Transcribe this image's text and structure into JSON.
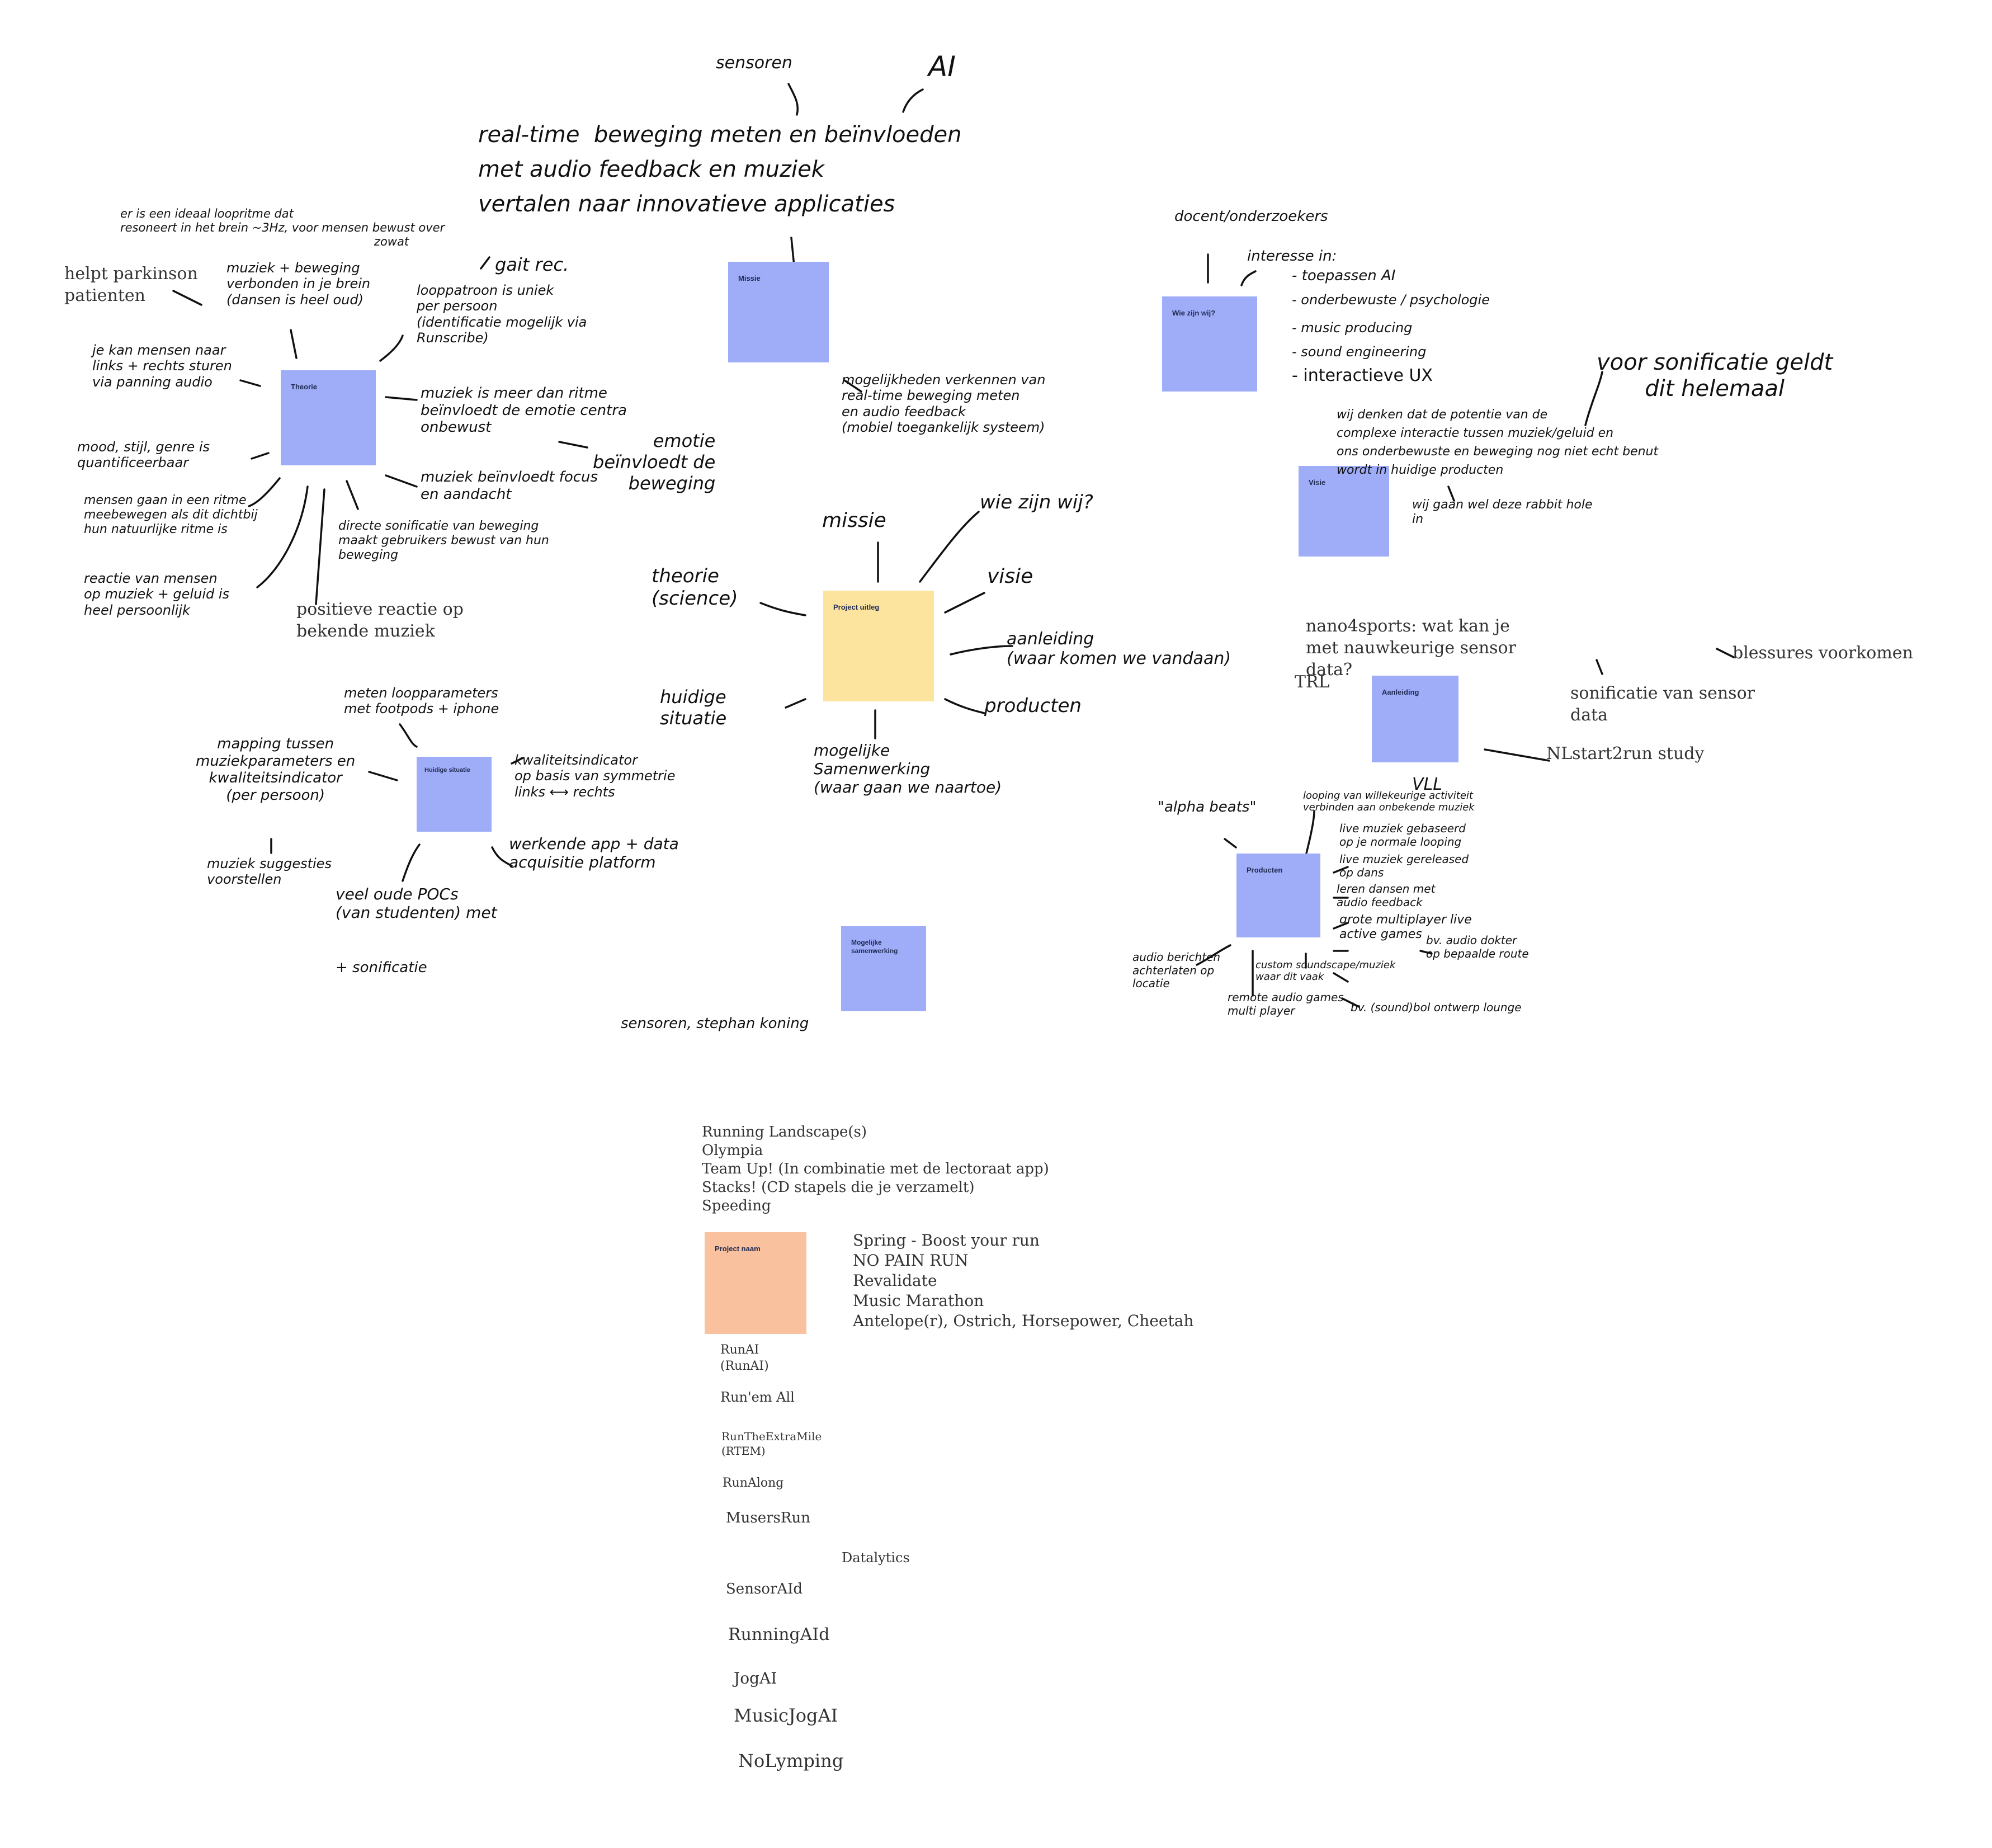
{
  "notes": {
    "project": "Project uitleg",
    "missie": "Missie",
    "theorie": "Theorie",
    "wie": "Wie zijn wij?",
    "visie": "Visie",
    "aanleiding": "Aanleiding",
    "producten": "Producten",
    "huidige": "Huidige situatie",
    "samenwerking": "Mogelijke samenwerking",
    "naam": "Project naam"
  },
  "center_labels": {
    "missie": "missie",
    "wie": "wie zijn wij?",
    "visie": "visie",
    "aanleiding": "aanleiding\n(waar komen we vandaan)",
    "producten": "producten",
    "samenwerking": "mogelijke\nSamenwerking\n(waar gaan we naartoe)",
    "huidige": "huidige\nsituatie",
    "theorie": "theorie\n(science)"
  },
  "missie": {
    "sensoren": "sensoren",
    "ai": "AI",
    "statement": "real-time  beweging meten en beïnvloeden\nmet audio feedback en muziek\nvertalen naar innovatieve applicaties",
    "below": "mogelijkheden verkennen van\nreal-time beweging meten\nen audio feedback\n(mobiel toegankelijk systeem)"
  },
  "theorie": {
    "ritme": "er is een ideaal loopritme dat\nresoneert in het brein ~3Hz, voor mensen bewust over\n                                                                    zowat",
    "parkinson": "helpt parkinson\npatienten",
    "muziek_beweging": "muziek + beweging\nverbonden in je brein\n(dansen is heel oud)",
    "gait": "gait rec.",
    "looppatroon": "looppatroon is uniek\nper persoon\n(identificatie mogelijk via\nRunscribe)",
    "links_rechts": "je kan mensen naar\nlinks + rechts sturen\nvia panning audio",
    "meer_dan_ritme": "muziek is meer dan ritme\nbeïnvloedt de emotie centra\nonbewust",
    "emotie": "emotie\nbeïnvloedt de\nbeweging",
    "mood": "mood, stijl, genre is\nquantificeerbaar",
    "focus": "muziek beïnvloedt focus\nen aandacht",
    "ritme_meebewegen": "mensen gaan in een ritme\nmeebewegen als dit dichtbij\nhun natuurlijke ritme is",
    "sonificatie": "directe sonificatie van beweging\nmaakt gebruikers bewust van hun\nbeweging",
    "persoonlijk": "reactie van mensen\nop muziek + geluid is\nheel persoonlijk",
    "positief": "positieve reactie op\nbekende muziek"
  },
  "wie": {
    "docent": "docent/onderzoekers",
    "interesse": "interesse in:",
    "list": [
      "- toepassen AI",
      "- onderbewuste / psychologie",
      "- music producing",
      "- sound engineering",
      "- interactieve UX"
    ]
  },
  "visie": {
    "sonificatie": "voor sonificatie geldt\ndit helemaal",
    "text": "wij denken dat de potentie van de\ncomplexe interactie tussen muziek/geluid en\nons onderbewuste en beweging nog niet echt benut\nwordt in huidige producten",
    "rabbit": "wij gaan wel deze rabbit hole\nin"
  },
  "aanleiding": {
    "nano": "nano4sports: wat kan je\nmet nauwkeurige sensor\ndata?",
    "trl": "TRL",
    "blessures": "blessures voorkomen",
    "sonificatie": "sonificatie van sensor\ndata",
    "nlstart": "NLstart2run study"
  },
  "producten": {
    "alpha": "\"alpha beats\"",
    "vll": "VLL",
    "items": [
      "looping van willekeurige activiteit\nverbinden aan onbekende muziek",
      "live muziek gebaseerd\nop je normale looping",
      "live muziek gereleased\nop dans",
      "leren dansen met\naudio feedback",
      "grote multiplayer live\nactive games"
    ],
    "dokter": "bv. audio dokter\nop bepaalde route",
    "locatie": "audio berichten\nachterlaten op\nlocatie",
    "soundscape": "custom soundscape/muziek\nwaar dit vaak",
    "remote": "remote audio games\nmulti player",
    "bv": "bv. (sound)bol ontwerp lounge"
  },
  "huidige": {
    "meten": "meten loopparameters\nmet footpods + iphone",
    "mapping": "mapping tussen\nmuziekparameters en\nkwaliteitsindicator\n(per persoon)",
    "suggesties": "muziek suggesties\nvoorstellen",
    "indicator": "kwaliteitsindicator\nop basis van symmetrie\nlinks ⟷ rechts",
    "app": "werkende app + data\nacquisitie platform",
    "pocs": "veel oude POCs\n(van studenten) met",
    "sonificatie": "+ sonificatie"
  },
  "samenwerking": {
    "sensoren": "sensoren, stephan koning"
  },
  "naam": {
    "top": [
      "Running Landscape(s)",
      "Olympia",
      "Team Up! (In combinatie met de lectoraat app)",
      "Stacks! (CD stapels die je verzamelt)",
      "Speeding"
    ],
    "right": [
      "Spring - Boost your run",
      "NO PAIN RUN",
      "Revalidate",
      "Music Marathon",
      "Antelope(r), Ostrich, Horsepower, Cheetah"
    ],
    "runai": "RunAI\n(RunAI)",
    "runem": "Run'em All",
    "rtem": "RunTheExtraMile\n(RTEM)",
    "runalong": "RunAlong",
    "musersrun": "MusersRun",
    "datalytics": "Datalytics",
    "sensoraid": "SensorAId",
    "runningaid": "RunningAId",
    "jogai": "JogAI",
    "musicjogai": "MusicJogAI",
    "nolymping": "NoLymping"
  }
}
